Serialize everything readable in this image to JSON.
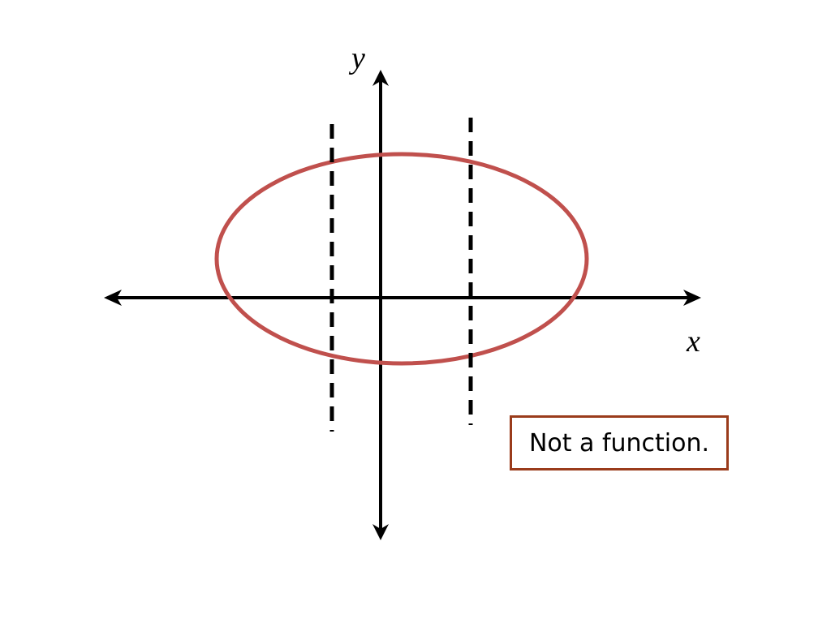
{
  "diagram": {
    "x_axis_label": "x",
    "y_axis_label": "y",
    "note": "Not a function.",
    "curve": {
      "type": "ellipse"
    },
    "vertical_line_test": {
      "count": 2,
      "style": "dashed"
    }
  },
  "colors": {
    "axes": "#000000",
    "ellipse": "#c0504d",
    "test_lines": "#000000",
    "note_border": "#9a3b1b"
  }
}
